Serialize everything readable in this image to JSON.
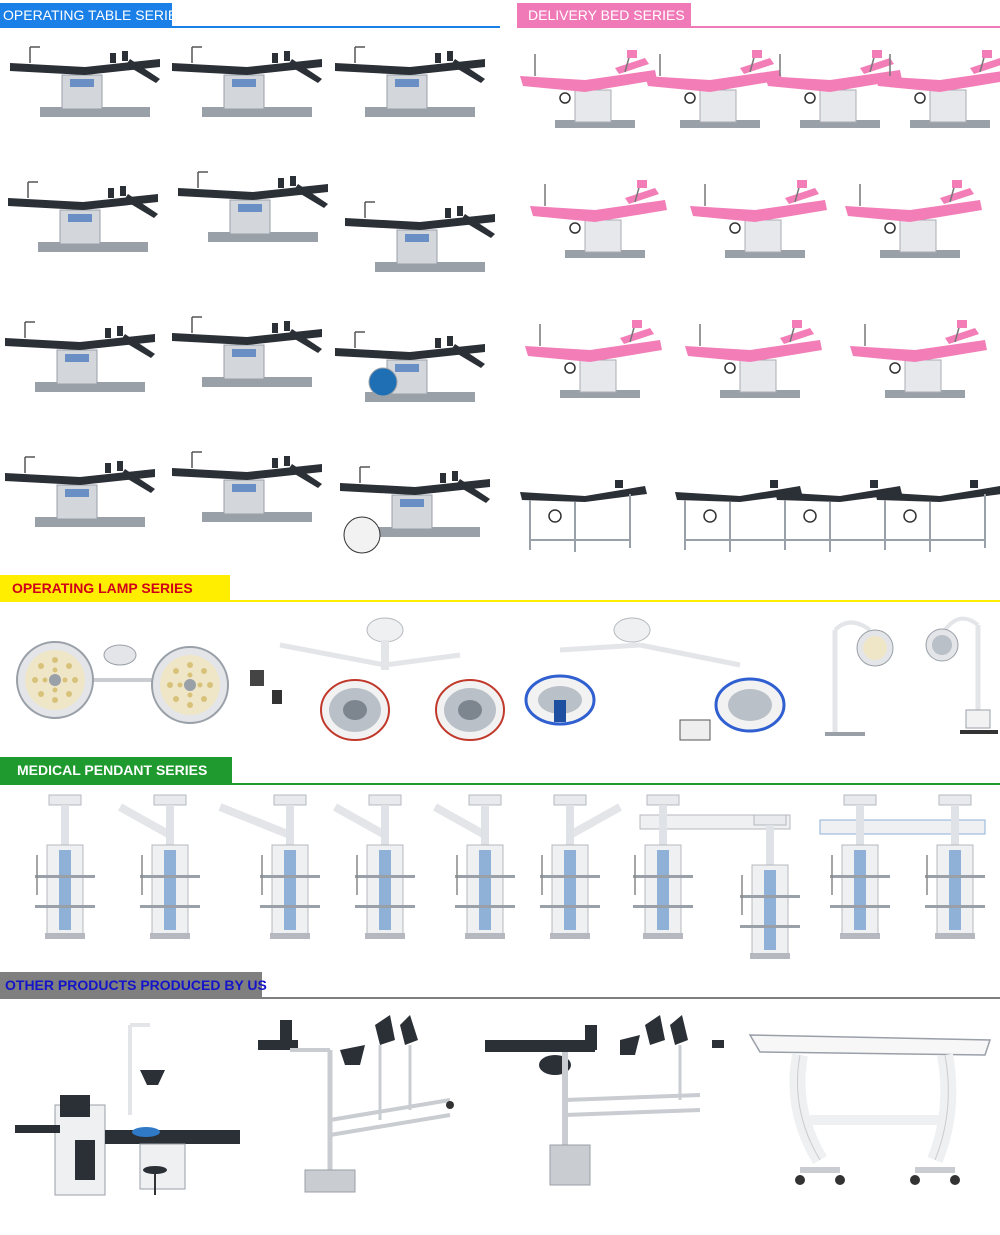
{
  "headers": {
    "operating_table": "OPERATING TABLE SERIES",
    "delivery_bed": "DELIVERY BED SERIES",
    "operating_lamp": "OPERATING LAMP SERIES",
    "medical_pendant": "MEDICAL PENDANT SERIES",
    "other_products": "OTHER PRODUCTS PRODUCED BY US"
  },
  "colors": {
    "operating_table": "#1a7fe6",
    "delivery_bed": "#f07ab8",
    "operating_lamp": "#ffee00",
    "operating_lamp_text": "#d0001a",
    "medical_pendant": "#1e9a2e",
    "other_products": "#7f7f7f",
    "other_products_text": "#1414c8",
    "table_dark": "#2b2f36",
    "steel": "#c9ccd1",
    "pink": "#f27db7"
  }
}
